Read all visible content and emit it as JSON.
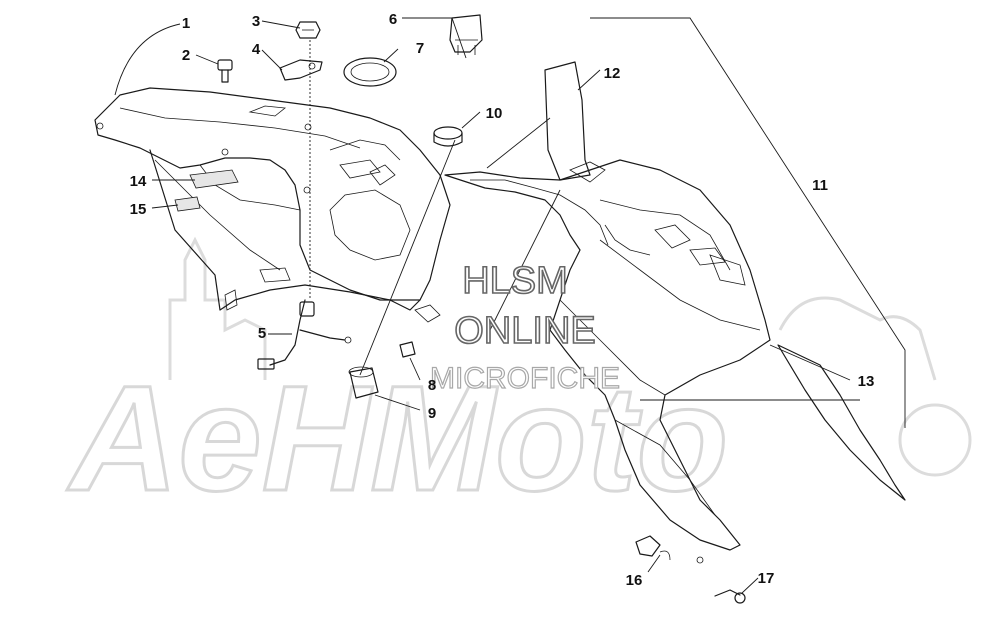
{
  "watermark": {
    "line1": "HLSM",
    "line2": "ONLINE",
    "line3": "MICROFICHE",
    "logo_text": "AeHMoto"
  },
  "callouts": [
    {
      "num": "1"
    },
    {
      "num": "2"
    },
    {
      "num": "3"
    },
    {
      "num": "4"
    },
    {
      "num": "5"
    },
    {
      "num": "6"
    },
    {
      "num": "7"
    },
    {
      "num": "8"
    },
    {
      "num": "9"
    },
    {
      "num": "10"
    },
    {
      "num": "11"
    },
    {
      "num": "12"
    },
    {
      "num": "13"
    },
    {
      "num": "14"
    },
    {
      "num": "15"
    },
    {
      "num": "16"
    },
    {
      "num": "17"
    }
  ],
  "colors": {
    "line": "#1a1a1a",
    "watermark": "#d8d8d8"
  }
}
